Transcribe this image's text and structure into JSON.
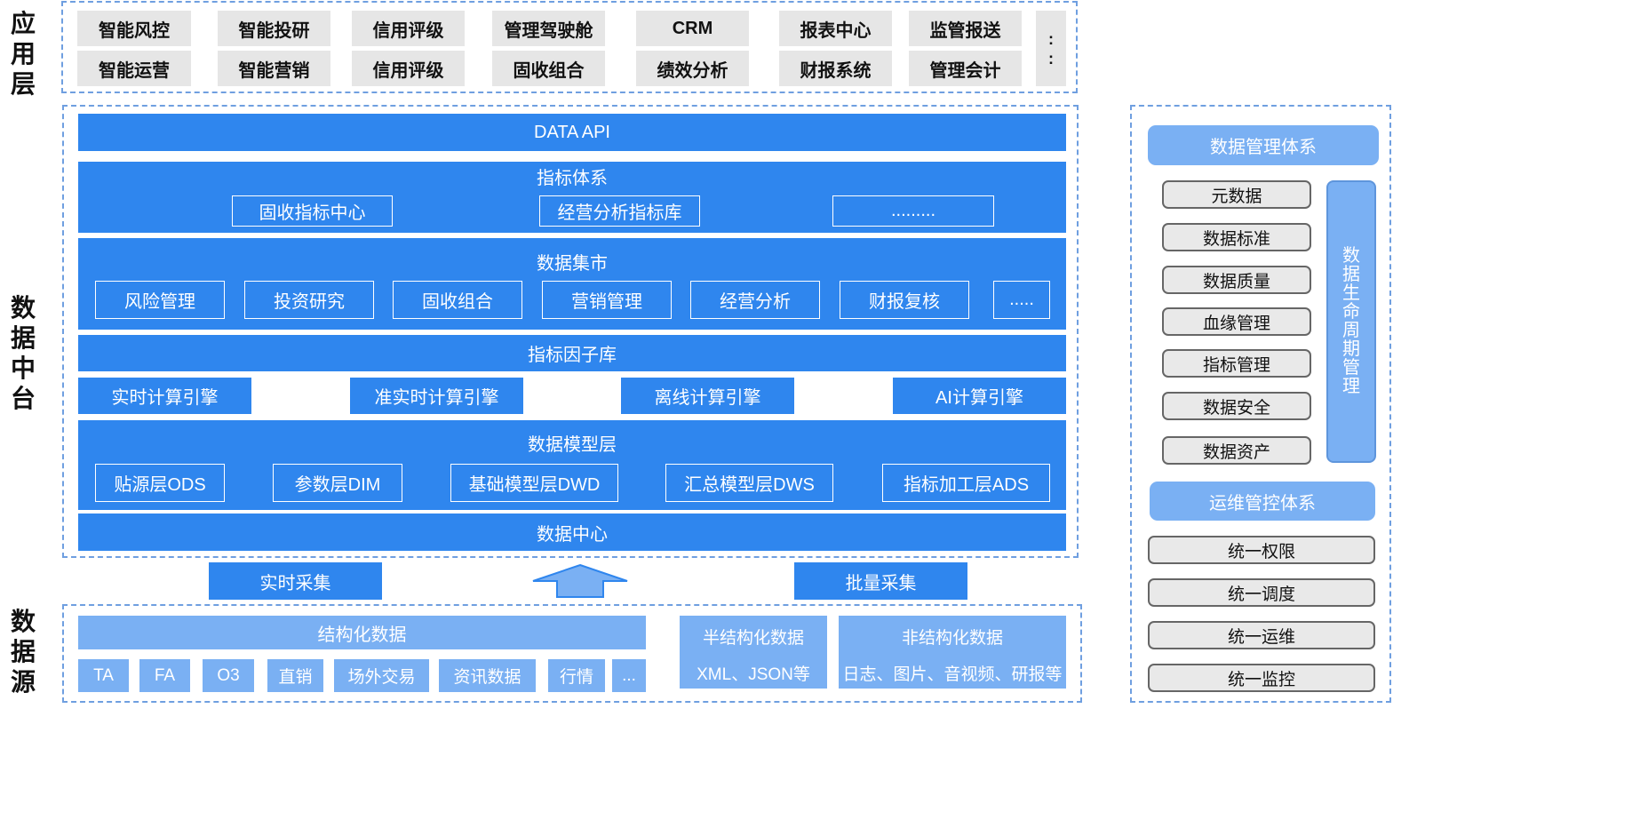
{
  "layers": {
    "app": "应用层",
    "platform": "数据中台",
    "source": "数据源"
  },
  "app_grid": {
    "row1": [
      "智能风控",
      "智能投研",
      "信用评级",
      "管理驾驶舱",
      "CRM",
      "报表中心",
      "监管报送"
    ],
    "row2": [
      "智能运营",
      "智能营销",
      "信用评级",
      "固收组合",
      "绩效分析",
      "财报系统",
      "管理会计"
    ],
    "more": ":"
  },
  "platform": {
    "data_api": "DATA API",
    "indicator_system": {
      "title": "指标体系",
      "items": [
        "固收指标中心",
        "经营分析指标库",
        "........."
      ]
    },
    "data_mart": {
      "title": "数据集市",
      "items": [
        "风险管理",
        "投资研究",
        "固收组合",
        "营销管理",
        "经营分析",
        "财报复核",
        "....."
      ]
    },
    "factor_lib": "指标因子库",
    "engines": [
      "实时计算引擎",
      "准实时计算引擎",
      "离线计算引擎",
      "AI计算引擎"
    ],
    "model_layer": {
      "title": "数据模型层",
      "items": [
        "贴源层ODS",
        "参数层DIM",
        "基础模型层DWD",
        "汇总模型层DWS",
        "指标加工层ADS"
      ]
    },
    "data_center": "数据中心"
  },
  "collection": {
    "realtime": "实时采集",
    "batch": "批量采集"
  },
  "sources": {
    "structured": {
      "title": "结构化数据",
      "items": [
        "TA",
        "FA",
        "O3",
        "直销",
        "场外交易",
        "资讯数据",
        "行情",
        "..."
      ]
    },
    "semi": {
      "title": "半结构化数据",
      "desc": "XML、JSON等"
    },
    "unstructured": {
      "title": "非结构化数据",
      "desc": "日志、图片、音视频、研报等"
    }
  },
  "right_panel": {
    "mgmt_title": "数据管理体系",
    "mgmt_items": [
      "元数据",
      "数据标准",
      "数据质量",
      "血缘管理",
      "指标管理",
      "数据安全",
      "数据资产"
    ],
    "lifecycle": "数据生命周期管理",
    "ops_title": "运维管控体系",
    "ops_items": [
      "统一权限",
      "统一调度",
      "统一运维",
      "统一监控"
    ]
  },
  "colors": {
    "primary": "#2f86ee",
    "light": "#7ab0f3",
    "gray": "#e6e6e6",
    "dash": "#6f9fe0"
  }
}
